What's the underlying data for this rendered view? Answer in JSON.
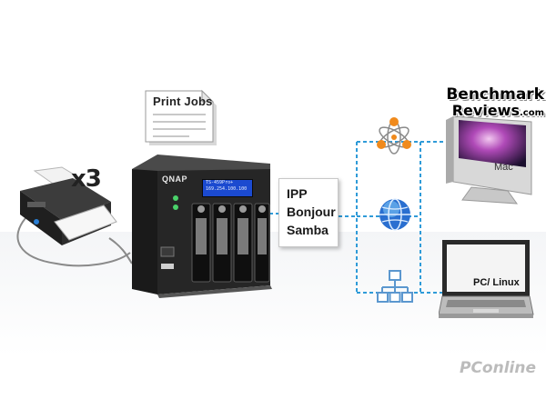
{
  "document": {
    "label": "Print Jobs"
  },
  "printer": {
    "multiplier": "x3"
  },
  "nas": {
    "logo": "QNAP",
    "lcd_line1": "TS-459Pro+",
    "lcd_line2": "169.254.100.100"
  },
  "protocols": {
    "items": [
      "IPP",
      "Bonjour",
      "Samba"
    ]
  },
  "clients": {
    "mac": "Mac",
    "pc": "PC/ Linux"
  },
  "watermark": {
    "line1": "Benchmark",
    "line2": "Reviews",
    "suffix": ".com"
  },
  "colors": {
    "link_line": "#2f9bd8",
    "lcd": "#1b4ad0",
    "nas_body": "#222222",
    "globe": "#2a6fd0",
    "network_icon": "#5b97cf"
  },
  "icons": [
    "printer-icon",
    "document-icon",
    "nas-icon",
    "bonjour-icon",
    "globe-icon",
    "network-icon",
    "mac-computer-icon",
    "laptop-icon"
  ]
}
